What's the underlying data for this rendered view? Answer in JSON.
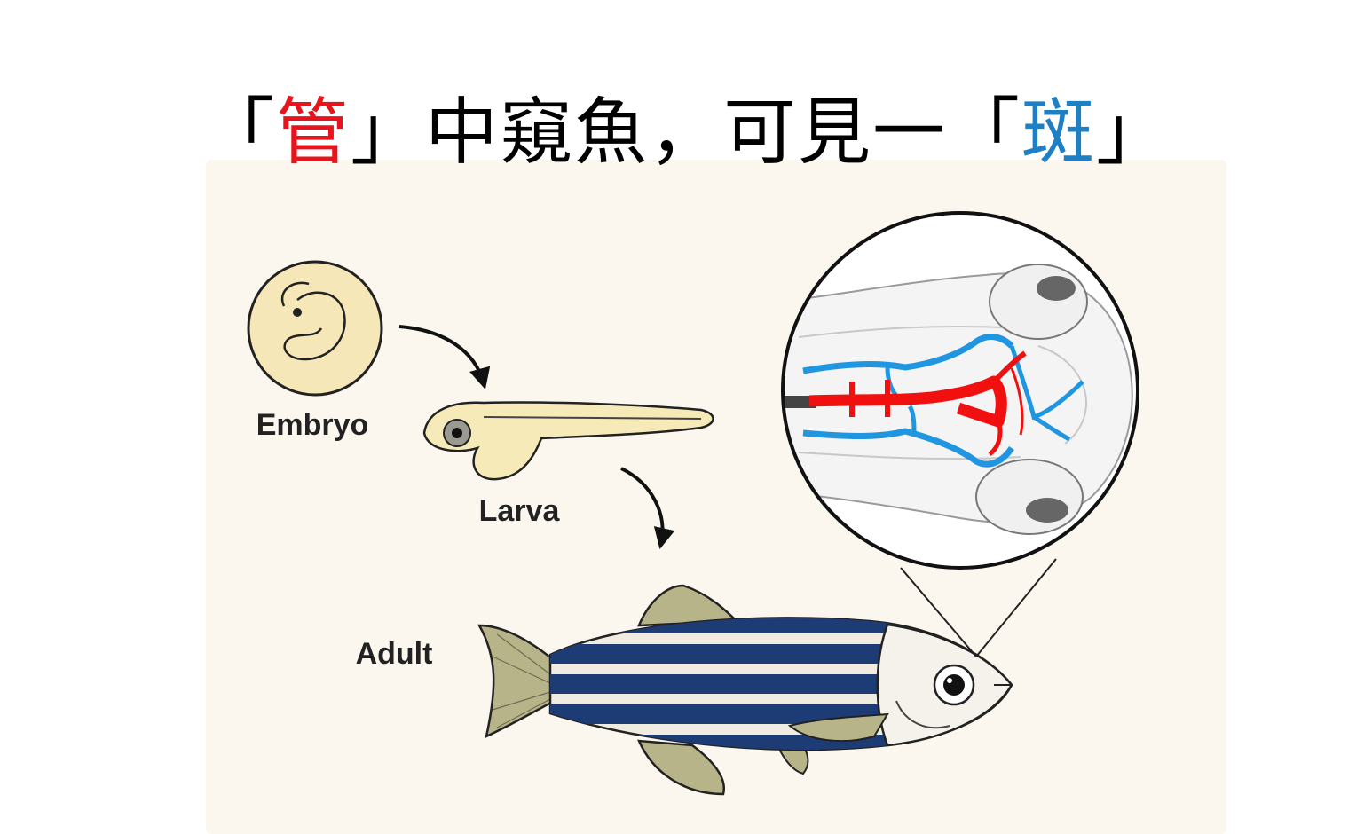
{
  "title": {
    "open_bracket_1": "「",
    "highlight_1": "管",
    "middle": "」中窺魚，可見一「",
    "highlight_2": "斑",
    "close_bracket_2": "」",
    "highlight_1_color": "#e8141c",
    "highlight_2_color": "#1f7fc4"
  },
  "stages": {
    "embryo": "Embryo",
    "larva": "Larva",
    "adult": "Adult"
  },
  "colors": {
    "panel_background": "#fbf7ef",
    "embryo_fill": "#f6e7b8",
    "larva_fill": "#f6ebb8",
    "adult_stripe": "#1d3b74",
    "adult_light_stripe": "#f1ece2",
    "fin": "#b8b489",
    "artery": "#f01010",
    "vein": "#2196e0"
  }
}
